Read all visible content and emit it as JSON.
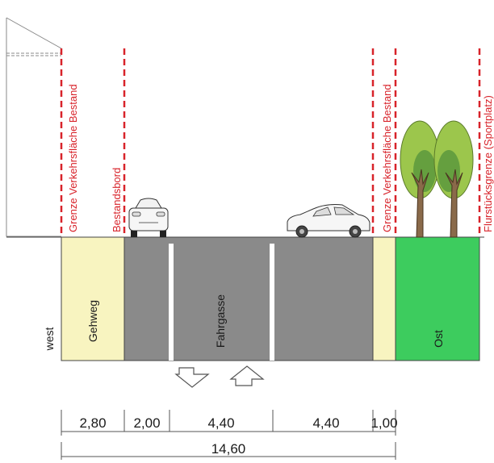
{
  "colors": {
    "sidewalk": "#f8f4c0",
    "road": "#8a8a8a",
    "green": "#3dcc5e",
    "boundary_red": "#d8232a",
    "lane_marking": "#ffffff"
  },
  "labels": {
    "side_left": "west",
    "sidewalk": "Gehweg",
    "carriageway": "Fahrgasse",
    "green_strip": "Ost"
  },
  "boundary_labels": {
    "left_existing": "Grenze Verkehrsfläche Bestand",
    "curb": "Bestandsbord",
    "right_existing": "Grenze Verkehrsfläche Bestand",
    "parcel": "Flurstücksgrenze (Sportplatz)"
  },
  "icons": [
    "building-outline-icon",
    "car-front-icon",
    "car-side-icon",
    "tree-icon",
    "tree-icon",
    "arrow-down-icon",
    "arrow-up-icon"
  ],
  "dimensions": {
    "segments": [
      "2,80",
      "2,00",
      "4,40",
      "4,40",
      "1,00"
    ],
    "total": "14,60"
  }
}
